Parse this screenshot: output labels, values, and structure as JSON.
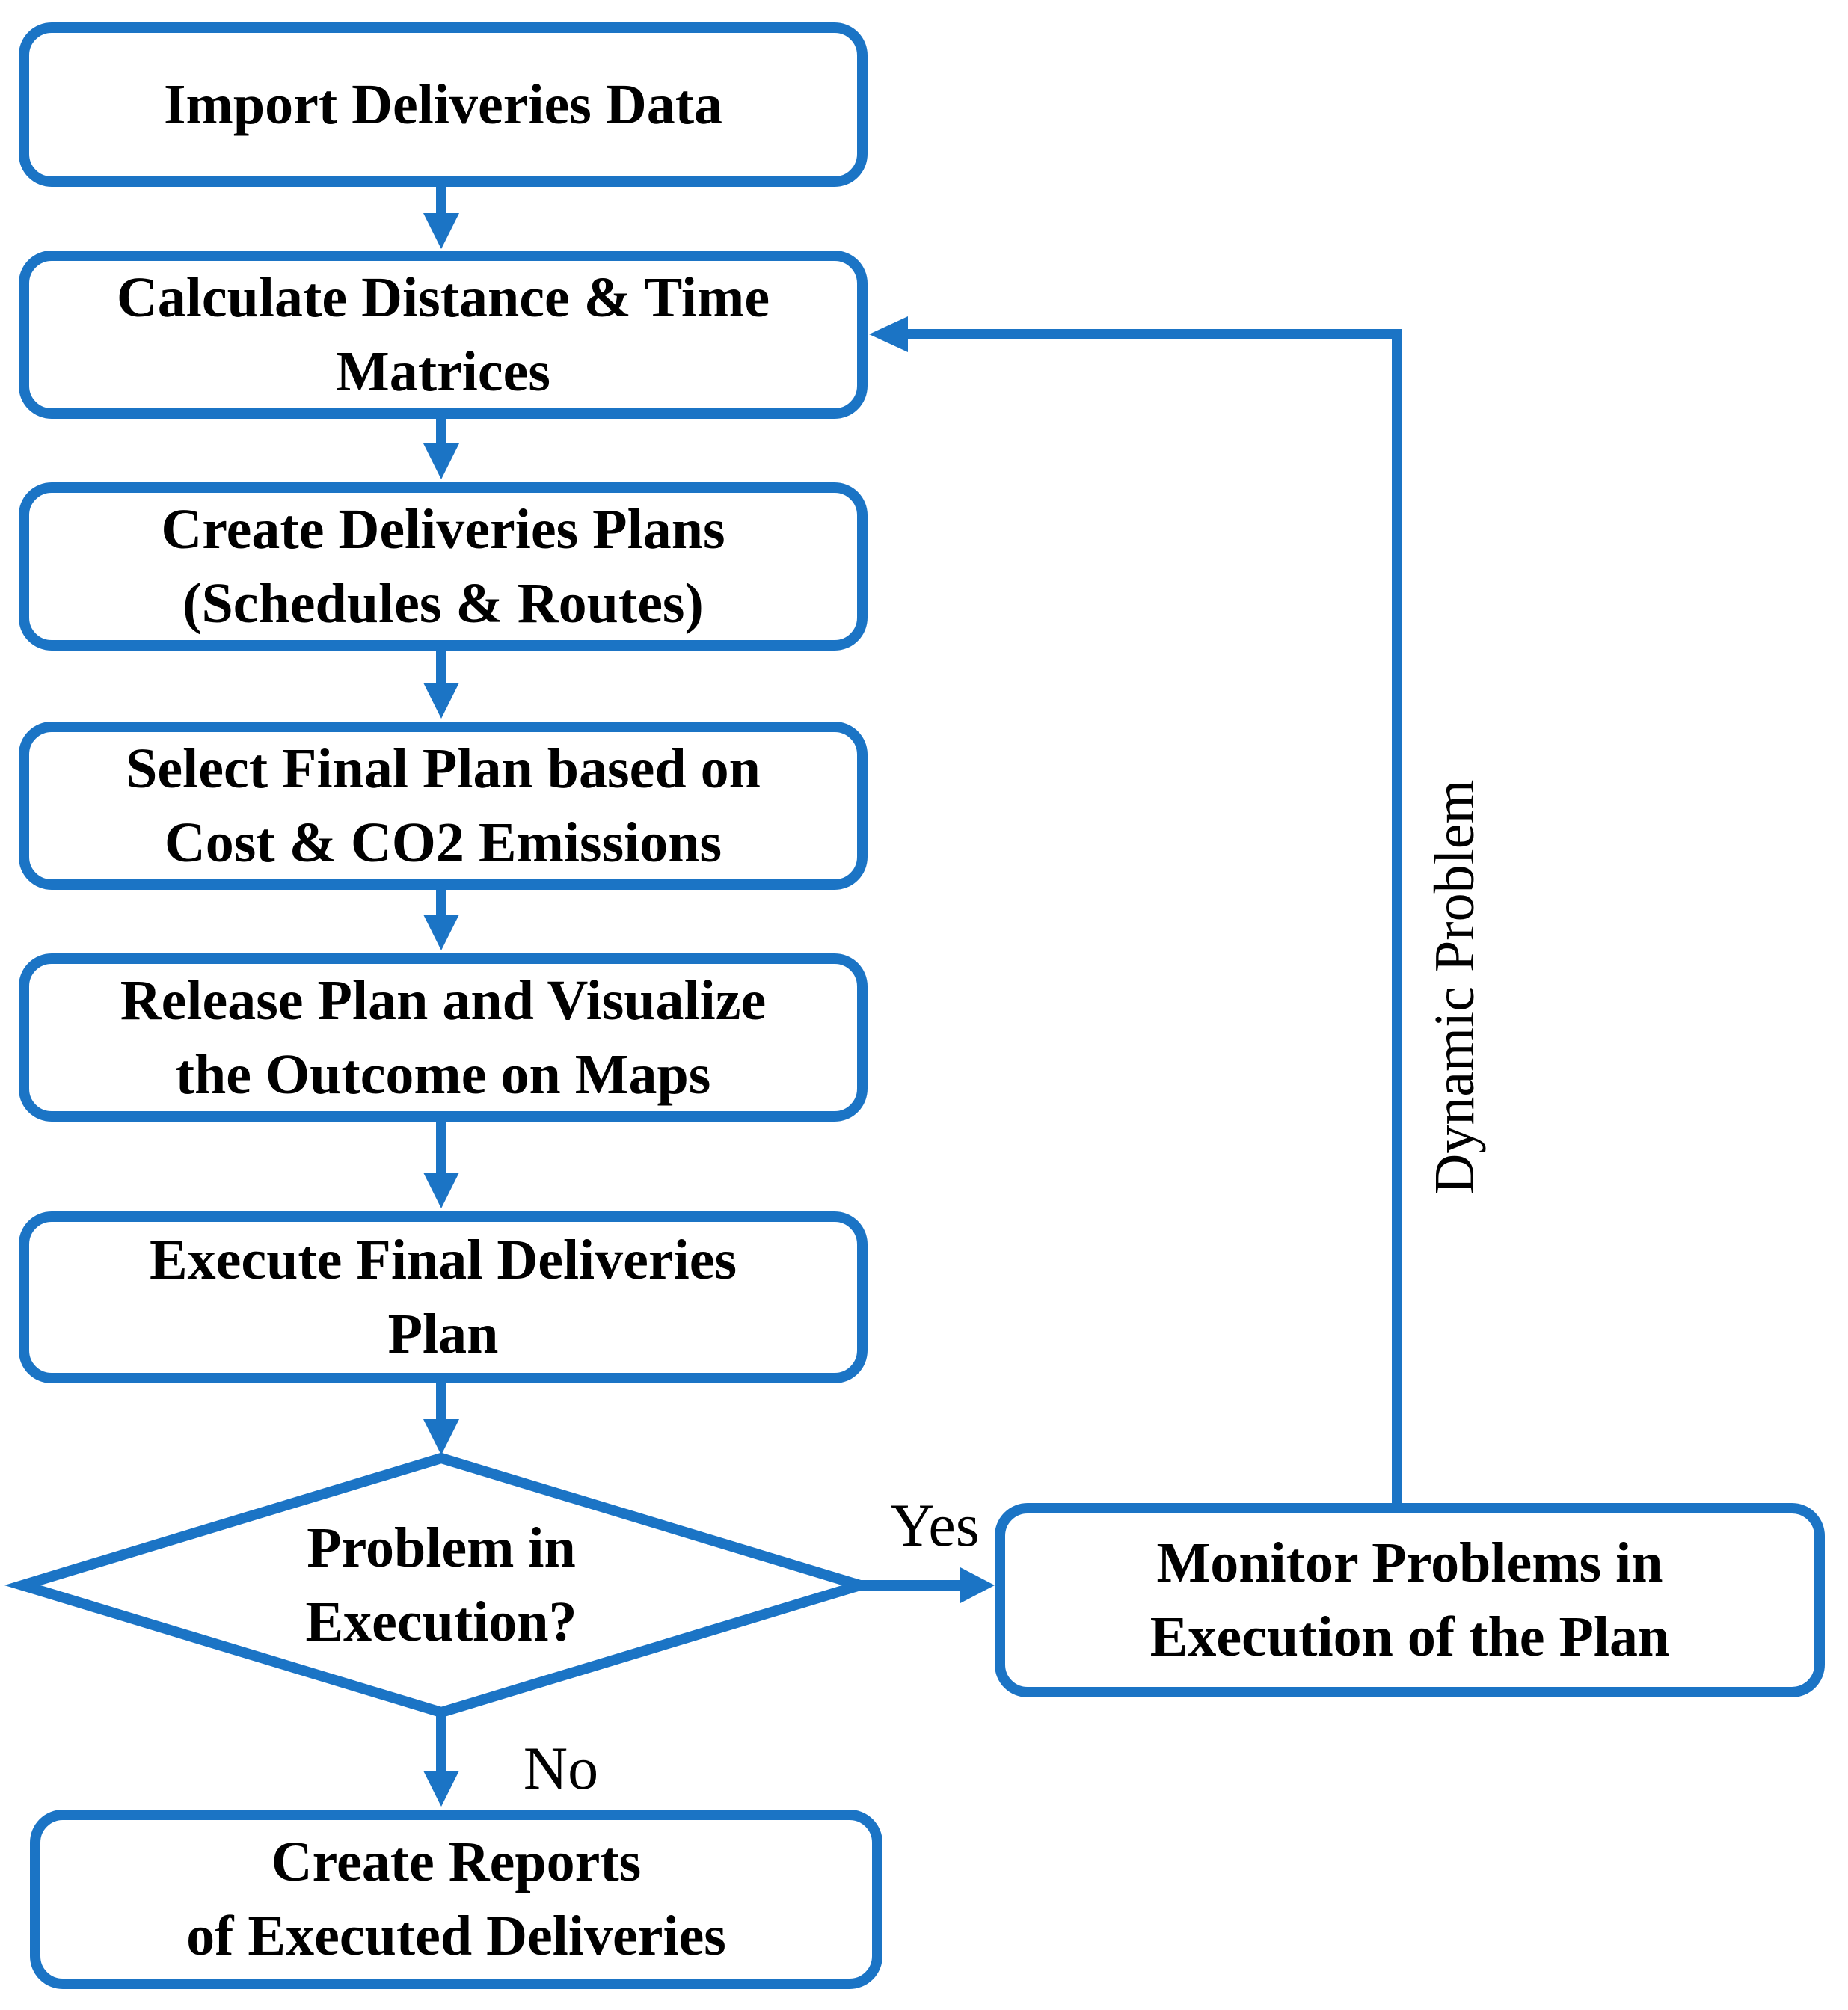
{
  "figure": {
    "type": "flowchart",
    "background_color": "#ffffff",
    "accent_color": "#1b74c5",
    "text_color": "#000000"
  },
  "nodes": {
    "import": {
      "label": "Import Deliveries Data"
    },
    "calculate": {
      "label": "Calculate Distance & Time\nMatrices"
    },
    "create_plans": {
      "label": "Create Deliveries Plans\n(Schedules & Routes)"
    },
    "select_plan": {
      "label": "Select Final Plan based on\nCost & CO2 Emissions"
    },
    "release_plan": {
      "label": "Release Plan and Visualize\nthe Outcome on Maps"
    },
    "execute": {
      "label": "Execute Final Deliveries\nPlan"
    },
    "decision": {
      "label": "Problem in\nExecution?"
    },
    "monitor": {
      "label": "Monitor Problems in\nExecution of the Plan"
    },
    "reports": {
      "label": "Create Reports\nof Executed Deliveries"
    }
  },
  "edge_labels": {
    "yes": "Yes",
    "no": "No",
    "feedback": "Dynamic Problem"
  }
}
